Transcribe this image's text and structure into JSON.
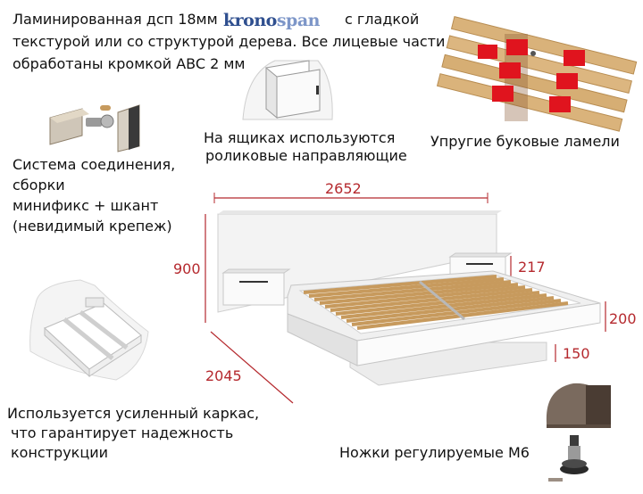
{
  "intro": {
    "line1_before_logo": "Ламинированная дсп 18мм",
    "line1_after_logo": "с гладкой",
    "line2": "текстурой или со структурой дерева. Все лицевые части",
    "line3": "обработаны кромкой ABC 2 мм"
  },
  "logo": {
    "part1": "krono",
    "part2": "span"
  },
  "drawer_caption": {
    "line1": "На ящиках используются",
    "line2": "роликовые направляющие"
  },
  "slats_caption": "Упругие буковые ламели",
  "joint_caption": {
    "line1": "Система соединения,",
    "line2": "сборки",
    "line3": "минификс + шкант",
    "line4": "(невидимый крепеж)"
  },
  "frame_caption": {
    "line1": "Используется усиленный каркас,",
    "line2": "что гарантирует надежность",
    "line3": "конструкции"
  },
  "legs_caption": "Ножки регулируемые М6",
  "dimensions": {
    "width": "2652",
    "headboard_height": "900",
    "nightstand_height": "217",
    "bed_height": "200",
    "leg_height": "150",
    "length": "2045"
  },
  "colors": {
    "dimension": "#b5292e",
    "slat_holder": "#e0141e",
    "slat": "#d9b27a",
    "panel": "#f2f2f2"
  }
}
